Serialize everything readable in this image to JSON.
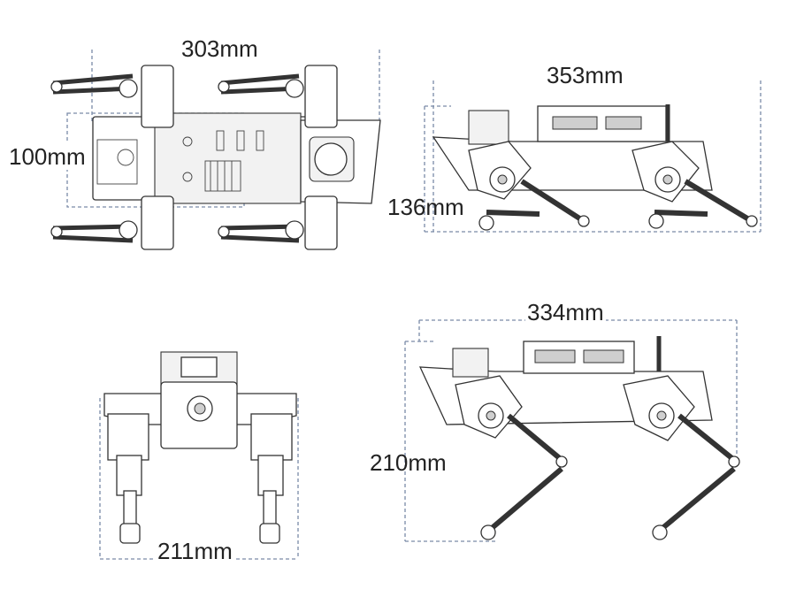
{
  "dimensions": {
    "top_view_length": "303mm",
    "top_view_width": "100mm",
    "side_view_length": "353mm",
    "side_view_height": "136mm",
    "front_view_width": "211mm",
    "standing_view_length": "334mm",
    "standing_view_height": "210mm"
  },
  "colors": {
    "outline": "#333333",
    "dimension_line": "#7a8aa8",
    "background": "#ffffff"
  }
}
